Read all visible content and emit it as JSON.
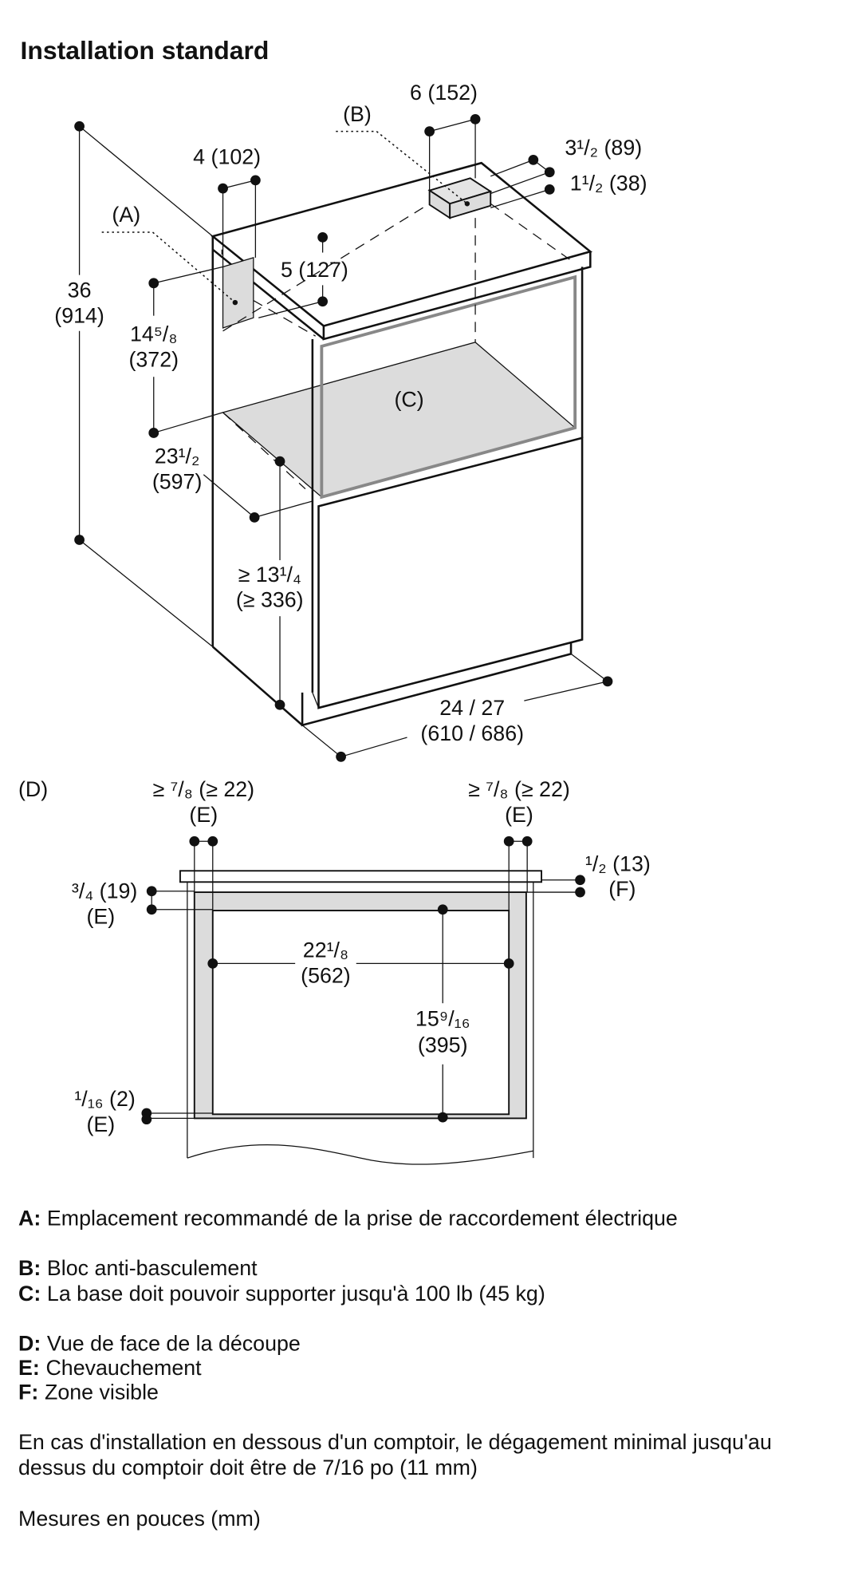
{
  "title": "Installation standard",
  "top_view": {
    "dim_height": "36",
    "dim_height_mm": "(914)",
    "dim_a_width": "4 (102)",
    "dim_b_width": "6 (152)",
    "dim_b_depth": "3¹/₂ (89)",
    "dim_b_height": "1¹/₂ (38)",
    "dim_a_offset": "5 (127)",
    "dim_a_height": "14⁵/₈",
    "dim_a_height_mm": "(372)",
    "dim_depth": "23¹/₂",
    "dim_depth_mm": "(597)",
    "dim_base": "≥ 13¹/₄",
    "dim_base_mm": "(≥ 336)",
    "dim_width": "24 / 27",
    "dim_width_mm": "(610 / 686)",
    "label_a": "(A)",
    "label_b": "(B)",
    "label_c": "(C)"
  },
  "front_view": {
    "label_d": "(D)",
    "overlap_left": "≥ ⁷/₈ (≥ 22)",
    "overlap_left_e": "(E)",
    "overlap_right": "≥ ⁷/₈ (≥ 22)",
    "overlap_right_e": "(E)",
    "visible": "¹/₂ (13)",
    "visible_f": "(F)",
    "top_overlap": "³/₄ (19)",
    "top_overlap_e": "(E)",
    "inner_width": "22¹/₈",
    "inner_width_mm": "(562)",
    "inner_height": "15⁹/₁₆",
    "inner_height_mm": "(395)",
    "bottom_overlap": "¹/₁₆ (2)",
    "bottom_overlap_e": "(E)"
  },
  "legend": [
    {
      "key": "A:",
      "text": "Emplacement recommandé de la prise de raccordement électrique"
    },
    {
      "key": "B:",
      "text": "Bloc anti-basculement"
    },
    {
      "key": "C:",
      "text": "La base doit pouvoir supporter jusqu'à 100 lb (45 kg)"
    },
    {
      "key": "D:",
      "text": "Vue de face de la découpe"
    },
    {
      "key": "E:",
      "text": "Chevauchement"
    },
    {
      "key": "F:",
      "text": "Zone visible"
    }
  ],
  "note_line1": "En cas d'installation en dessous d'un comptoir, le dégagement minimal jusqu'au",
  "note_line2": "dessus du comptoir doit être de 7/16 po (11 mm)",
  "units_note": "Mesures en pouces (mm)"
}
